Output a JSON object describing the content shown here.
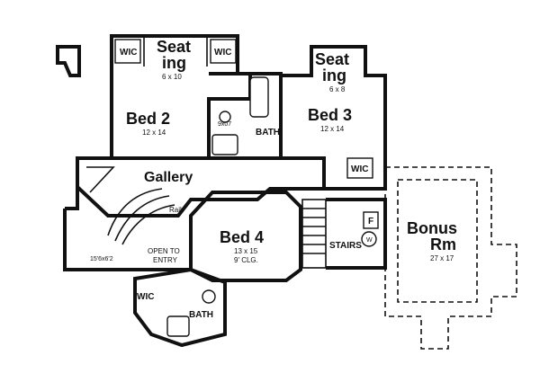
{
  "rooms": {
    "seating_left": {
      "line1": "Seat",
      "line2": "ing",
      "size": "6 x 10"
    },
    "seating_right": {
      "line1": "Seat",
      "line2": "ing",
      "size": "6 x 8"
    },
    "bed2": {
      "name": "Bed 2",
      "size": "12 x 14"
    },
    "bed3": {
      "name": "Bed 3",
      "size": "12 x 14"
    },
    "bed4": {
      "name": "Bed 4",
      "size": "13 x 15",
      "ceiling": "9' CLG."
    },
    "bonus": {
      "line1": "Bonus",
      "line2": "Rm",
      "size": "27 x 17"
    },
    "gallery": {
      "name": "Gallery"
    },
    "open_to_entry": {
      "line1": "OPEN TO",
      "line2": "ENTRY"
    }
  },
  "labels": {
    "wic_1": "WIC",
    "wic_2": "WIC",
    "wic_3": "WIC",
    "wic_4": "WIC",
    "bath_upper": "BATH",
    "bath_lower": "BATH",
    "stairs": "STAIRS",
    "rail": "Rail",
    "f": "F",
    "w": "W",
    "small_left": "15'6x6'2",
    "small_bath": "9x07"
  }
}
